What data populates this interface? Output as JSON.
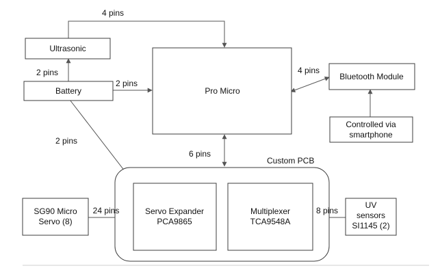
{
  "blocks": {
    "ultrasonic": "Ultrasonic",
    "battery": "Battery",
    "pro_micro": "Pro Micro",
    "bluetooth": "Bluetooth Module",
    "controlled_line1": "Controlled via",
    "controlled_line2": "smartphone",
    "custom_pcb": "Custom PCB",
    "servo_expander_line1": "Servo Expander",
    "servo_expander_line2": "PCA9865",
    "multiplexer_line1": "Multiplexer",
    "multiplexer_line2": "TCA9548A",
    "sg90_line1": "SG90 Micro",
    "sg90_line2": "Servo (8)",
    "uv_line1": "UV",
    "uv_line2": "sensors",
    "uv_line3": "SI1145 (2)"
  },
  "connections": {
    "ultrasonic_to_pro_micro": "4 pins",
    "battery_to_ultrasonic": "2 pins",
    "battery_to_pro_micro": "2 pins",
    "battery_to_servo_expander": "2 pins",
    "pro_micro_bluetooth": "4 pins",
    "pro_micro_pcb": "6 pins",
    "sg90_to_servo_expander": "24 pins",
    "uv_to_multiplexer": "8 pins"
  },
  "colors": {
    "line": "#555555",
    "box_stroke": "#3c3c3c",
    "text": "#111111",
    "background": "#ffffff"
  }
}
